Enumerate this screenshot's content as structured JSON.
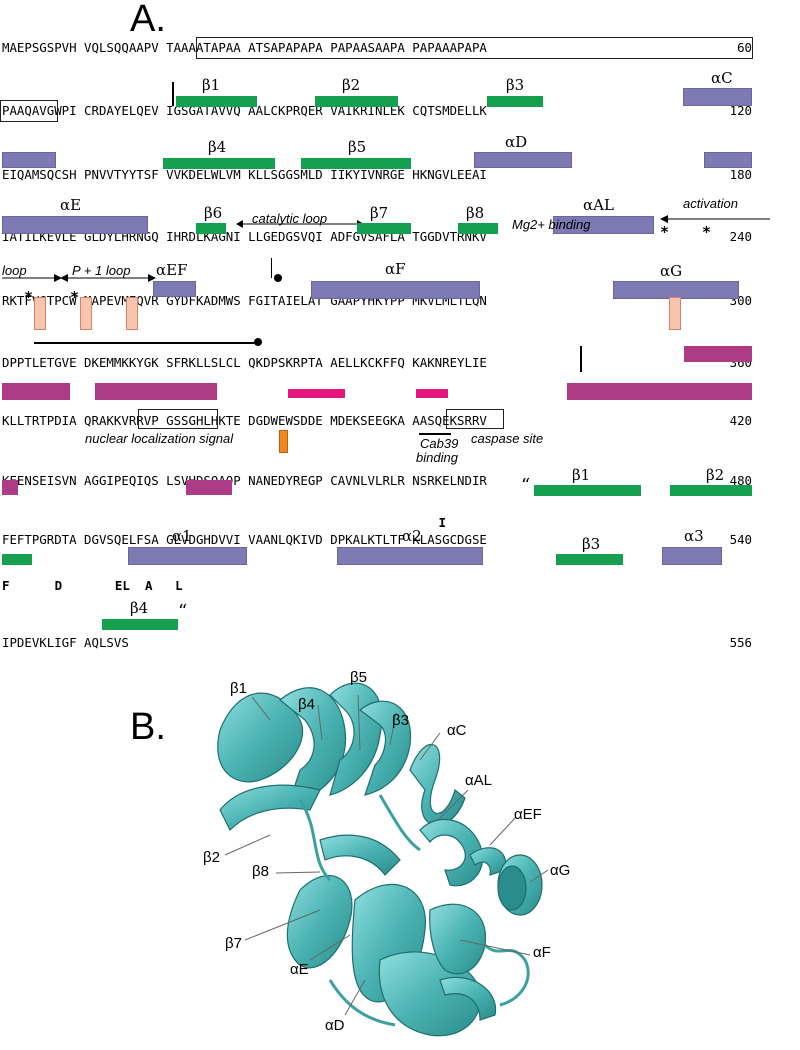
{
  "panel_a_label": "A.",
  "panel_b_label": "B.",
  "rows": [
    {
      "seq": "MAEPSGSPVH VQLSQQAAPV TAAAATAPAA ATSAPAPAPA PAPAASAAPA PAPAAAPAPA",
      "num": "60"
    },
    {
      "seq": "PAAQAVGWPI CRDAYELQEV IGSGATAVVQ AALCKPRQER VAIKRINLEK CQTSMDELLK",
      "num": "120"
    },
    {
      "seq": "EIQAMSQCSH PNVVTYYTSF VVKDELWLVM KLLSGGSMLD IIKYIVNRGE HKNGVLEEAI",
      "num": "180"
    },
    {
      "seq": "IATILKEVLE GLDYLHRNGQ IHRDLKAGNI LLGEDGSVQI ADFGVSAFLA TGGDVTRNKV",
      "num": "240"
    },
    {
      "seq": "RKTFVGTPCW MAPEVMEQVR GYDFKADMWS FGITAIELAT GAAPYHKYPP MKVLMLTLQN",
      "num": "300"
    },
    {
      "seq": "DPPTLETGVE DKEMMKKYGK SFRKLLSLCL QKDPSKRPTA AELLKCKFFQ KAKNREYLIE",
      "num": "360"
    },
    {
      "seq": "KLLTRTPDIA QRAKKVRRVP GSSGHLHKTE DGDWEWSDDE MDEKSEEGKA AASQEKSRRV",
      "num": "420"
    },
    {
      "seq": "KEENSEISVN AGGIPEQIQS LSVHDSQAQP NANEDYREGP CAVNLVLRLR NSRKELNDIR",
      "num": "480"
    },
    {
      "seq": "FEFTPGRDTA DGVSQELFSA GLVDGHDVVI VAANLQKIVD DPKALKTLTF KLASGCDGSE",
      "num": "540"
    },
    {
      "seq": "IPDEVKLIGF AQLSVS",
      "num": "556"
    }
  ],
  "ss_labels": {
    "b1": "β1",
    "b2": "β2",
    "b3": "β3",
    "aC": "αC",
    "b4": "β4",
    "b5": "β5",
    "aD": "αD",
    "aE": "αE",
    "b6": "β6",
    "b7": "β7",
    "b8": "β8",
    "aAL": "αAL",
    "aEF": "αEF",
    "aF": "αF",
    "aG": "αG",
    "cb1": "β1",
    "cb2": "β2",
    "ca1": "α1",
    "ca2": "α2",
    "cb3": "β3",
    "ca3": "α3",
    "cb4": "β4"
  },
  "annotations": {
    "catalytic_loop": "catalytic loop",
    "mg_binding": "Mg2+ binding",
    "activation": "activation",
    "loop": "loop",
    "p1_loop": "P + 1 loop",
    "nls": "nuclear localization signal",
    "cab39_1": "Cab39",
    "cab39_2": "binding",
    "caspase": "caspase site",
    "star": "*",
    "quote": "“"
  },
  "mutations": {
    "row8": "                                                          I",
    "row9_line": "F      D       EL  A   L"
  },
  "structure_labels": {
    "b1": "β1",
    "b5": "β5",
    "b4": "β4",
    "b3": "β3",
    "aC": "αC",
    "aAL": "αAL",
    "aEF": "αEF",
    "aG": "αG",
    "b2": "β2",
    "b8": "β8",
    "b7": "β7",
    "aE": "αE",
    "aF": "αF",
    "aD": "αD"
  },
  "colors": {
    "helix": "#7d79b3",
    "strand": "#15a04f",
    "c_terminal_helix": "#ad3b86",
    "cab39_marker": "#e5177f",
    "nls_marker": "#f4871f",
    "phospho_highlight": "#f7c4ad",
    "ribbon": "#5fbfbf"
  }
}
